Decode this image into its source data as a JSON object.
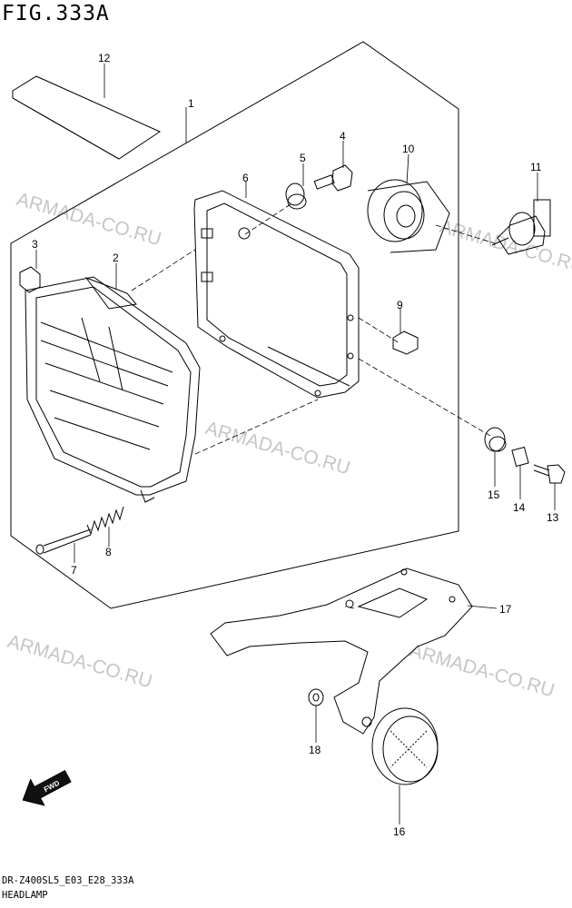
{
  "figure_title": "FIG.333A",
  "watermark": "ARMADA-CO.RU",
  "callouts": [
    "1",
    "2",
    "3",
    "4",
    "5",
    "6",
    "7",
    "8",
    "9",
    "10",
    "11",
    "12",
    "13",
    "14",
    "15",
    "16",
    "17",
    "18"
  ],
  "fwd_label": "FWD",
  "footer": {
    "code": "DR-Z400SL5_E03_E28_333A",
    "name": "HEADLAMP"
  }
}
